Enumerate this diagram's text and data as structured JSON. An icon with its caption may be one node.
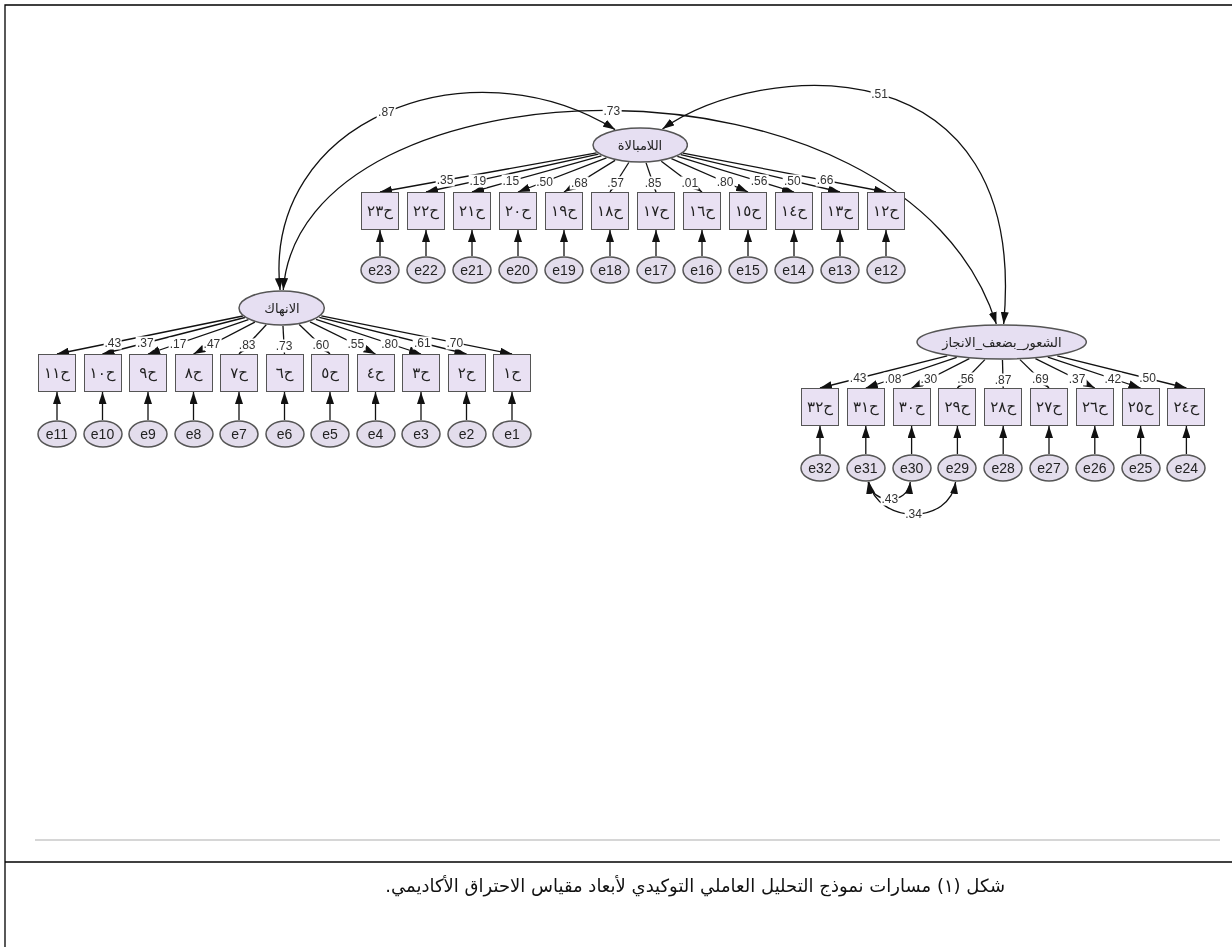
{
  "diagram": {
    "caption": "شكل (١) مسارات نموذج التحليل العاملي التوكيدي لأبعاد مقياس الاحتراق الأكاديمي.",
    "nodes": [
      {
        "text": [
          "اللامبالاة"
        ]
      },
      {
        "text": [
          "ح٢٣"
        ]
      },
      {
        "text": [
          "ح٢٢"
        ]
      },
      {
        "text": [
          "ح٢١"
        ]
      },
      {
        "text": [
          "ح٢٠"
        ]
      },
      {
        "text": [
          "ح١٩"
        ]
      },
      {
        "text": [
          "ح١٨"
        ]
      },
      {
        "text": [
          "ح١٧"
        ]
      },
      {
        "text": [
          "ح١٦"
        ]
      },
      {
        "text": [
          "ح١٥"
        ]
      },
      {
        "text": [
          "ح١٤"
        ]
      },
      {
        "text": [
          "ح١٣"
        ]
      },
      {
        "text": [
          "ح١٢"
        ]
      },
      {
        "text": [
          "e23"
        ]
      },
      {
        "text": [
          "e22"
        ]
      },
      {
        "text": [
          "e21"
        ]
      },
      {
        "text": [
          "e20"
        ]
      },
      {
        "text": [
          "e19"
        ]
      },
      {
        "text": [
          "e18"
        ]
      },
      {
        "text": [
          "e17"
        ]
      },
      {
        "text": [
          "e16"
        ]
      },
      {
        "text": [
          "e15"
        ]
      },
      {
        "text": [
          "e14"
        ]
      },
      {
        "text": [
          "e13"
        ]
      },
      {
        "text": [
          "e12"
        ]
      },
      {
        "text": [
          "الانهاك"
        ]
      },
      {
        "text": [
          "ح١١"
        ]
      },
      {
        "text": [
          "ح١٠"
        ]
      },
      {
        "text": [
          "ح٩"
        ]
      },
      {
        "text": [
          "ح٨"
        ]
      },
      {
        "text": [
          "ح٧"
        ]
      },
      {
        "text": [
          "ح٦"
        ]
      },
      {
        "text": [
          "ح٥"
        ]
      },
      {
        "text": [
          "ح٤"
        ]
      },
      {
        "text": [
          "ح٣"
        ]
      },
      {
        "text": [
          "ح٢"
        ]
      },
      {
        "text": [
          "ح١"
        ]
      },
      {
        "text": [
          "e11"
        ]
      },
      {
        "text": [
          "e10"
        ]
      },
      {
        "text": [
          "e9"
        ]
      },
      {
        "text": [
          "e8"
        ]
      },
      {
        "text": [
          "e7"
        ]
      },
      {
        "text": [
          "e6"
        ]
      },
      {
        "text": [
          "e5"
        ]
      },
      {
        "text": [
          "e4"
        ]
      },
      {
        "text": [
          "e3"
        ]
      },
      {
        "text": [
          "e2"
        ]
      },
      {
        "text": [
          "e1"
        ]
      },
      {
        "text": [
          "الشعور_بضعف_الانجاز"
        ]
      },
      {
        "text": [
          "ح٣٢"
        ]
      },
      {
        "text": [
          "ح٣١"
        ]
      },
      {
        "text": [
          "ح٣٠"
        ]
      },
      {
        "text": [
          "ح٢٩"
        ]
      },
      {
        "text": [
          "ح٢٨"
        ]
      },
      {
        "text": [
          "ح٢٧"
        ]
      },
      {
        "text": [
          "ح٢٦"
        ]
      },
      {
        "text": [
          "ح٢٥"
        ]
      },
      {
        "text": [
          "ح٢٤"
        ]
      },
      {
        "text": [
          "e32"
        ]
      },
      {
        "text": [
          "e31"
        ]
      },
      {
        "text": [
          "e30"
        ]
      },
      {
        "text": [
          "e29"
        ]
      },
      {
        "text": [
          "e28"
        ]
      },
      {
        "text": [
          "e27"
        ]
      },
      {
        "text": [
          "e26"
        ]
      },
      {
        "text": [
          "e25"
        ]
      },
      {
        "text": [
          "e24"
        ]
      }
    ],
    "edges": [
      {
        "from": 25,
        "to": 0,
        "arrow": "both",
        "label": ".87"
      },
      {
        "from": 25,
        "to": 48,
        "arrow": "both",
        "label": ".73"
      },
      {
        "from": 0,
        "to": 48,
        "arrow": "both",
        "label": ".51"
      },
      {
        "from": 0,
        "to": 1,
        "arrow": "to",
        "label": ".35"
      },
      {
        "from": 0,
        "to": 2,
        "arrow": "to",
        "label": ".19"
      },
      {
        "from": 0,
        "to": 3,
        "arrow": "to",
        "label": ".15"
      },
      {
        "from": 0,
        "to": 4,
        "arrow": "to",
        "label": ".50"
      },
      {
        "from": 0,
        "to": 5,
        "arrow": "to",
        "label": ".68"
      },
      {
        "from": 0,
        "to": 6,
        "arrow": "to",
        "label": ".57"
      },
      {
        "from": 0,
        "to": 7,
        "arrow": "to",
        "label": ".85"
      },
      {
        "from": 0,
        "to": 8,
        "arrow": "to",
        "label": ".01"
      },
      {
        "from": 0,
        "to": 9,
        "arrow": "to",
        "label": ".80"
      },
      {
        "from": 0,
        "to": 10,
        "arrow": "to",
        "label": ".56"
      },
      {
        "from": 0,
        "to": 11,
        "arrow": "to",
        "label": ".50"
      },
      {
        "from": 0,
        "to": 12,
        "arrow": "to",
        "label": ".66"
      },
      {
        "from": 13,
        "to": 1,
        "arrow": "to"
      },
      {
        "from": 14,
        "to": 2,
        "arrow": "to"
      },
      {
        "from": 15,
        "to": 3,
        "arrow": "to"
      },
      {
        "from": 16,
        "to": 4,
        "arrow": "to"
      },
      {
        "from": 17,
        "to": 5,
        "arrow": "to"
      },
      {
        "from": 18,
        "to": 6,
        "arrow": "to"
      },
      {
        "from": 19,
        "to": 7,
        "arrow": "to"
      },
      {
        "from": 20,
        "to": 8,
        "arrow": "to"
      },
      {
        "from": 21,
        "to": 9,
        "arrow": "to"
      },
      {
        "from": 22,
        "to": 10,
        "arrow": "to"
      },
      {
        "from": 23,
        "to": 11,
        "arrow": "to"
      },
      {
        "from": 24,
        "to": 12,
        "arrow": "to"
      },
      {
        "from": 25,
        "to": 26,
        "arrow": "to",
        "label": ".43"
      },
      {
        "from": 25,
        "to": 27,
        "arrow": "to",
        "label": ".37"
      },
      {
        "from": 25,
        "to": 28,
        "arrow": "to",
        "label": ".17"
      },
      {
        "from": 25,
        "to": 29,
        "arrow": "to",
        "label": ".47"
      },
      {
        "from": 25,
        "to": 30,
        "arrow": "to",
        "label": ".83"
      },
      {
        "from": 25,
        "to": 31,
        "arrow": "to",
        "label": ".73"
      },
      {
        "from": 25,
        "to": 32,
        "arrow": "to",
        "label": ".60"
      },
      {
        "from": 25,
        "to": 33,
        "arrow": "to",
        "label": ".55"
      },
      {
        "from": 25,
        "to": 34,
        "arrow": "to",
        "label": ".80"
      },
      {
        "from": 25,
        "to": 35,
        "arrow": "to",
        "label": ".61"
      },
      {
        "from": 25,
        "to": 36,
        "arrow": "to",
        "label": ".70"
      },
      {
        "from": 37,
        "to": 26,
        "arrow": "to"
      },
      {
        "from": 38,
        "to": 27,
        "arrow": "to"
      },
      {
        "from": 39,
        "to": 28,
        "arrow": "to"
      },
      {
        "from": 40,
        "to": 29,
        "arrow": "to"
      },
      {
        "from": 41,
        "to": 30,
        "arrow": "to"
      },
      {
        "from": 42,
        "to": 31,
        "arrow": "to"
      },
      {
        "from": 43,
        "to": 32,
        "arrow": "to"
      },
      {
        "from": 44,
        "to": 33,
        "arrow": "to"
      },
      {
        "from": 45,
        "to": 34,
        "arrow": "to"
      },
      {
        "from": 46,
        "to": 35,
        "arrow": "to"
      },
      {
        "from": 47,
        "to": 36,
        "arrow": "to"
      },
      {
        "from": 48,
        "to": 49,
        "arrow": "to",
        "label": ".43"
      },
      {
        "from": 48,
        "to": 50,
        "arrow": "to",
        "label": ".08"
      },
      {
        "from": 48,
        "to": 51,
        "arrow": "to",
        "label": ".30"
      },
      {
        "from": 48,
        "to": 52,
        "arrow": "to",
        "label": ".56"
      },
      {
        "from": 48,
        "to": 53,
        "arrow": "to",
        "label": ".87"
      },
      {
        "from": 48,
        "to": 54,
        "arrow": "to",
        "label": ".69"
      },
      {
        "from": 48,
        "to": 55,
        "arrow": "to",
        "label": ".37"
      },
      {
        "from": 48,
        "to": 56,
        "arrow": "to",
        "label": ".42"
      },
      {
        "from": 48,
        "to": 57,
        "arrow": "to",
        "label": ".50"
      },
      {
        "from": 58,
        "to": 49,
        "arrow": "to"
      },
      {
        "from": 59,
        "to": 50,
        "arrow": "to"
      },
      {
        "from": 60,
        "to": 51,
        "arrow": "to"
      },
      {
        "from": 61,
        "to": 52,
        "arrow": "to"
      },
      {
        "from": 62,
        "to": 53,
        "arrow": "to"
      },
      {
        "from": 63,
        "to": 54,
        "arrow": "to"
      },
      {
        "from": 64,
        "to": 55,
        "arrow": "to"
      },
      {
        "from": 65,
        "to": 56,
        "arrow": "to"
      },
      {
        "from": 66,
        "to": 57,
        "arrow": "to"
      },
      {
        "from": 59,
        "to": 60,
        "arrow": "both",
        "label": ".43"
      },
      {
        "from": 59,
        "to": 61,
        "arrow": "both",
        "label": ".34"
      }
    ]
  }
}
